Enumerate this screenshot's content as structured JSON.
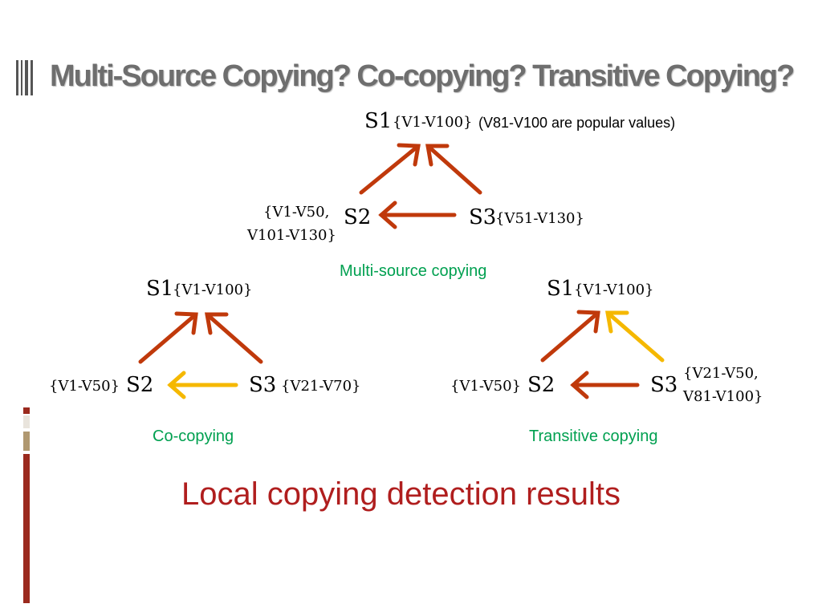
{
  "slide": {
    "title": "Multi-Source Copying? Co-copying? Transitive Copying?",
    "footer": "Local copying detection results"
  },
  "top": {
    "s1": "S1",
    "s1_values": "{V1-V100}",
    "note": "(V81-V100 are popular values)",
    "s2": "S2",
    "s2_values_line1": "{V1-V50,",
    "s2_values_line2": "V101-V130}",
    "s3": "S3",
    "s3_values": "{V51-V130}",
    "caption": "Multi-source copying"
  },
  "left": {
    "s1": "S1",
    "s1_values": "{V1-V100}",
    "s2": "S2",
    "s2_values": "{V1-V50}",
    "s3": "S3",
    "s3_values": "{V21-V70}",
    "caption": "Co-copying"
  },
  "right": {
    "s1": "S1",
    "s1_values": "{V1-V100}",
    "s2": "S2",
    "s2_values": "{V1-V50}",
    "s3": "S3",
    "s3_values_line1": "{V21-V50,",
    "s3_values_line2": "V81-V100}",
    "caption": "Transitive copying"
  },
  "colors": {
    "strong_arrow": "#c0390b",
    "weak_arrow": "#f5b800",
    "caption": "#00a050",
    "footer": "#b01e1e",
    "title": "#6e6e6e"
  }
}
